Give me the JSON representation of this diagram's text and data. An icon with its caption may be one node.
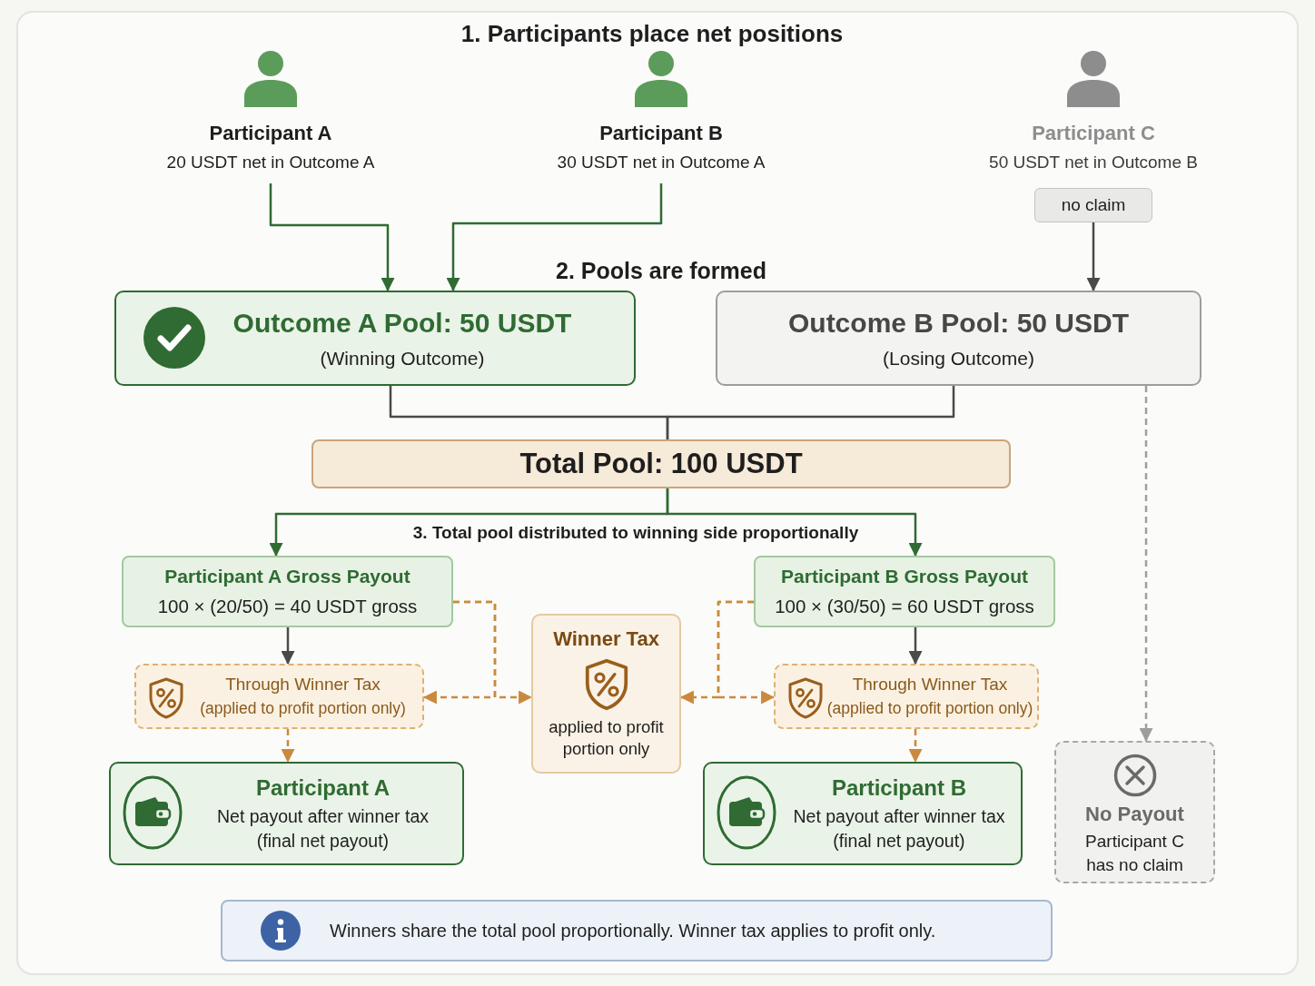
{
  "diagram": {
    "nodes": [
      {
        "text": [
          "Participant A",
          "20 USDT net in Outcome A"
        ]
      },
      {
        "text": [
          "Participant B",
          "30 USDT net in Outcome A"
        ]
      },
      {
        "text": [
          "Participant C",
          "50 USDT net in Outcome B"
        ]
      },
      {
        "text": [
          "no claim"
        ]
      },
      {
        "text": [
          "Outcome A Pool: 50 USDT",
          "(Winning Outcome)"
        ]
      },
      {
        "text": [
          "Outcome B Pool: 50 USDT",
          "(Losing Outcome)"
        ]
      },
      {
        "text": [
          "Total Pool: 100 USDT"
        ]
      },
      {
        "text": [
          "Participant A Gross Payout",
          "100 × (20/50) = 40 USDT gross"
        ]
      },
      {
        "text": [
          "Winner Tax",
          "applied to profit portion only"
        ]
      },
      {
        "text": [
          "Participant B Gross Payout",
          "100 × (30/50) = 60 USDT gross"
        ]
      },
      {
        "text": [
          "Through Winner Tax",
          "(applied to profit portion only)"
        ]
      },
      {
        "text": [
          "Through Winner Tax",
          "(applied to profit portion only)"
        ]
      },
      {
        "text": [
          "Participant A",
          "Net payout after winner tax",
          "(final net payout)"
        ]
      },
      {
        "text": [
          "Participant B",
          "Net payout after winner tax",
          "(final net payout)"
        ]
      },
      {
        "text": [
          "No Payout",
          "Participant C has no claim"
        ]
      },
      {
        "text": [
          "Winners share the total pool proportionally. Winner tax applies to profit only."
        ]
      }
    ],
    "edges": [
      {
        "from": 0,
        "to": 4,
        "arrow": "to",
        "color": "#2f6b33"
      },
      {
        "from": 1,
        "to": 4,
        "arrow": "to",
        "color": "#2f6b33"
      },
      {
        "from": 3,
        "to": 5,
        "arrow": "to",
        "color": "#4a4a4a"
      },
      {
        "from": 4,
        "to": 6,
        "arrow": "none",
        "color": "#4a4a4a"
      },
      {
        "from": 5,
        "to": 6,
        "arrow": "none",
        "color": "#4a4a4a"
      },
      {
        "from": 6,
        "to": 7,
        "arrow": "to",
        "color": "#2f6b33"
      },
      {
        "from": 6,
        "to": 9,
        "arrow": "to",
        "color": "#2f6b33"
      },
      {
        "from": 7,
        "to": 10,
        "arrow": "to",
        "color": "#4a4a4a"
      },
      {
        "from": 9,
        "to": 11,
        "arrow": "to",
        "color": "#4a4a4a"
      },
      {
        "from": 7,
        "to": 8,
        "arrow": "to",
        "style": "dashed",
        "color": "#c98a3e"
      },
      {
        "from": 7,
        "to": 10,
        "arrow": "to",
        "style": "dashed",
        "color": "#c98a3e"
      },
      {
        "from": 9,
        "to": 8,
        "arrow": "to",
        "style": "dashed",
        "color": "#c98a3e"
      },
      {
        "from": 9,
        "to": 11,
        "arrow": "to",
        "style": "dashed",
        "color": "#c98a3e"
      },
      {
        "from": 10,
        "to": 12,
        "arrow": "to",
        "style": "dashed",
        "color": "#c98a3e"
      },
      {
        "from": 11,
        "to": 13,
        "arrow": "to",
        "style": "dashed",
        "color": "#c98a3e"
      },
      {
        "from": 5,
        "to": 14,
        "arrow": "to",
        "style": "dashed",
        "color": "#9e9e9e"
      }
    ],
    "labels": [
      "1. Participants place net positions",
      "2. Pools are formed",
      "3. Total pool distributed to winning side proportionally"
    ]
  }
}
